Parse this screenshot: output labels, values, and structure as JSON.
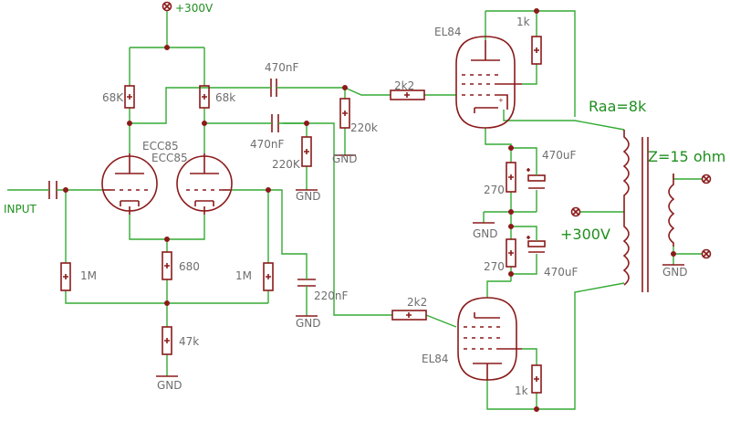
{
  "supply_top": "+300V",
  "supply_center": "+300V",
  "input": "INPUT",
  "tube_driver_a": "ECC85",
  "tube_driver_b": "ECC85",
  "tube_out_top": "EL84",
  "tube_out_bottom": "EL84",
  "r_plate_a": "68K",
  "r_plate_b": "68k",
  "r_grid_a": "1M",
  "r_grid_b": "1M",
  "r_cathode_common": "680",
  "r_tail": "47k",
  "c_couple_top": "470nF",
  "c_couple_bottom": "470nF",
  "r_grid_top": "220k",
  "r_grid_bottom": "220K",
  "c_bypass_b": "220nF",
  "r_stop_top": "2k2",
  "r_stop_bottom": "2k2",
  "r_screen_top": "1k",
  "r_screen_bottom": "1k",
  "r_cath_top": "270",
  "r_cath_bottom": "270",
  "c_cath_top": "470uF",
  "c_cath_bottom": "470uF",
  "gnd": "GND",
  "raa": "Raa=8k",
  "z_out": "Z=15 ohm"
}
